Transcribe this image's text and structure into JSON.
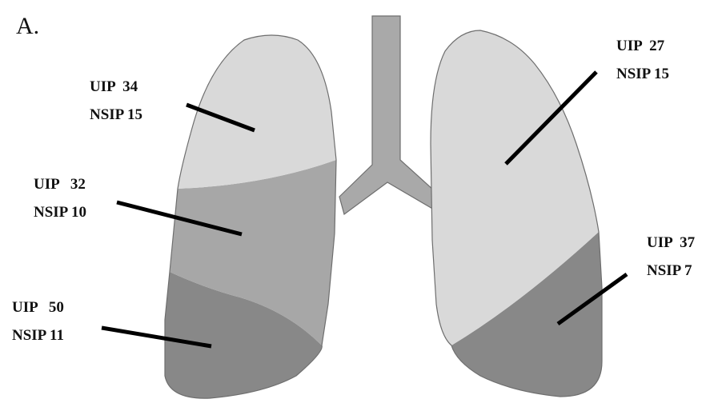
{
  "panel_label": "A.",
  "colors": {
    "upper_zone": "#d9d9d9",
    "middle_zone": "#a7a7a7",
    "lower_zone": "#888888",
    "trachea": "#a9a9a9",
    "leader_line": "#000000"
  },
  "regions": {
    "right_upper": {
      "uip": "UIP  34",
      "nsip": "NSIP 15"
    },
    "right_middle": {
      "uip": "UIP   32",
      "nsip": "NSIP 10"
    },
    "right_lower": {
      "uip": "UIP   50",
      "nsip": "NSIP 11"
    },
    "left_upper": {
      "uip": "UIP  27",
      "nsip": "NSIP 15"
    },
    "left_lower": {
      "uip": "UIP  37",
      "nsip": "NSIP 7"
    }
  }
}
